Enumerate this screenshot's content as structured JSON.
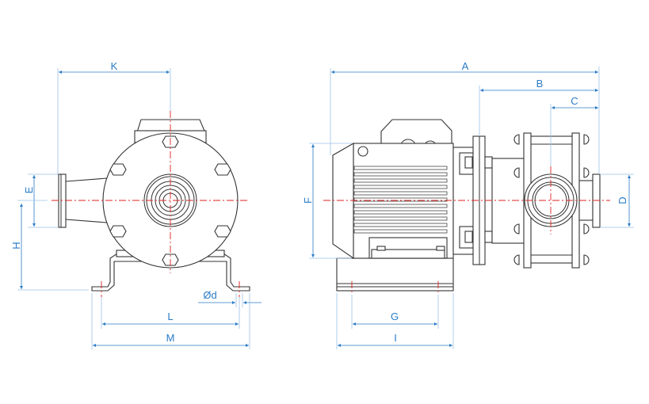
{
  "labels": {
    "K": "K",
    "E": "E",
    "H": "H",
    "d": "Ød",
    "L": "L",
    "M": "M",
    "A": "A",
    "B": "B",
    "C": "C",
    "F": "F",
    "D": "D",
    "G": "G",
    "I": "I"
  },
  "colors": {
    "dimension": "#2a7cc7",
    "centerline": "#e02020",
    "outline": "#333333"
  }
}
